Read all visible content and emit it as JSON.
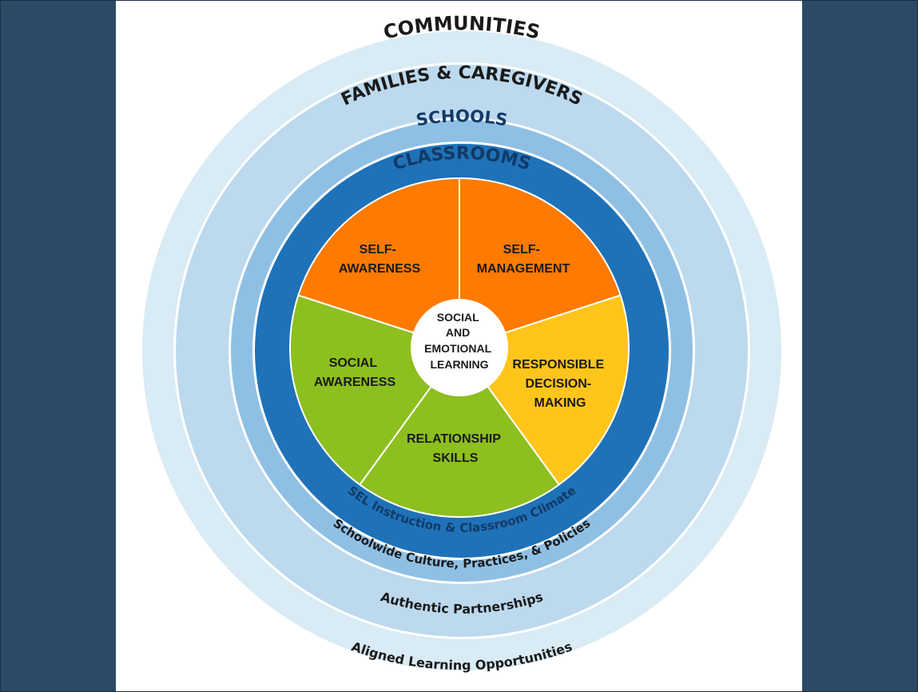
{
  "colors": {
    "side_bar": "#2c4a66",
    "ring_communities": "#d9ebf5",
    "ring_families": "#bcd9ee",
    "ring_schools": "#8fc0e4",
    "ring_classrooms": "#1f72b8",
    "orange": "#ff7a00",
    "yellow": "#ffc51a",
    "green": "#8dbf1f",
    "center": "#ffffff"
  },
  "rings": {
    "communities": {
      "title": "COMMUNITIES",
      "subtitle": "Aligned Learning Opportunities"
    },
    "families": {
      "title": "FAMILIES & CAREGIVERS",
      "subtitle": "Authentic Partnerships"
    },
    "schools": {
      "title": "SCHOOLS",
      "subtitle": "Schoolwide Culture, Practices, & Policies"
    },
    "classrooms": {
      "title": "CLASSROOMS",
      "subtitle": "SEL Instruction & Classroom Climate"
    }
  },
  "competencies": [
    {
      "id": "self-awareness",
      "lines": [
        "SELF-",
        "AWARENESS"
      ],
      "color": "orange"
    },
    {
      "id": "self-management",
      "lines": [
        "SELF-",
        "MANAGEMENT"
      ],
      "color": "orange"
    },
    {
      "id": "responsible-decision-making",
      "lines": [
        "RESPONSIBLE",
        "DECISION-",
        "MAKING"
      ],
      "color": "yellow"
    },
    {
      "id": "relationship-skills",
      "lines": [
        "RELATIONSHIP",
        "SKILLS"
      ],
      "color": "green"
    },
    {
      "id": "social-awareness",
      "lines": [
        "SOCIAL",
        "AWARENESS"
      ],
      "color": "green"
    }
  ],
  "center": {
    "lines": [
      "SOCIAL",
      "AND",
      "EMOTIONAL",
      "LEARNING"
    ]
  }
}
